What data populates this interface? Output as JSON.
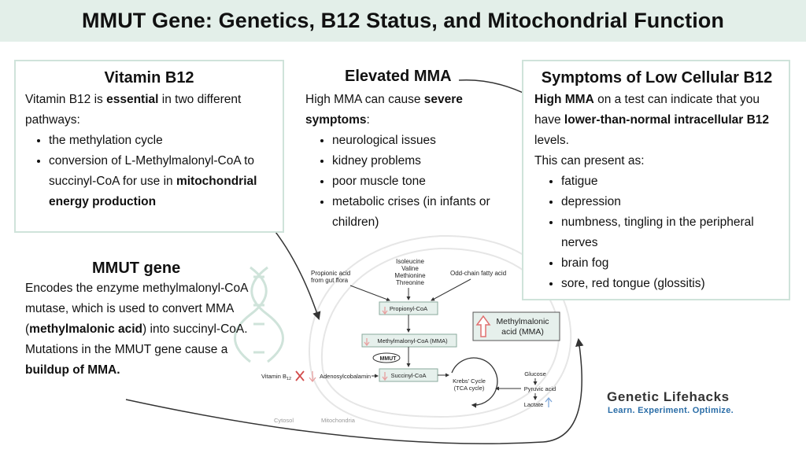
{
  "title": "MMUT Gene: Genetics, B12 Status, and Mitochondrial Function",
  "vitamin": {
    "heading": "Vitamin B12",
    "p1_a": "Vitamin B12 is ",
    "p1_b": "essential",
    "p1_c": " in two different pathways:",
    "b1": "the methylation cycle",
    "b2_a": "conversion of L-Methylmalonyl-CoA to succinyl-CoA for use in ",
    "b2_b": "mitochondrial energy production"
  },
  "elevated": {
    "heading": "Elevated MMA",
    "p_a": "High MMA can cause ",
    "p_b": "severe symptoms",
    "p_c": ":",
    "items": [
      "neurological issues",
      "kidney problems",
      "poor muscle tone",
      "metabolic crises (in infants or children)"
    ]
  },
  "symptoms": {
    "heading": "Symptoms of Low Cellular B12",
    "p1_a": "High MMA",
    "p1_b": " on a test can indicate that you have ",
    "p1_c": "lower-than-normal intracellular B12",
    "p1_d": " levels.",
    "p2": "This can present as:",
    "items": [
      "fatigue",
      "depression",
      "numbness, tingling in the peripheral nerves",
      "brain fog",
      "sore, red tongue (glossitis)"
    ]
  },
  "mmut": {
    "heading": "MMUT gene",
    "p1_a": "Encodes the enzyme methylmalonyl-CoA mutase, which is used to convert MMA (",
    "p1_b": "methylmalonic acid",
    "p1_c": ") into succinyl-CoA.",
    "p2_a": "Mutations in the MMUT gene cause a ",
    "p2_b": "buildup of MMA."
  },
  "diagram": {
    "propionic": [
      "Propionic acid",
      "from gut flora"
    ],
    "aminos": [
      "Isoleucine",
      "Valine",
      "Methionine",
      "Threonine"
    ],
    "oddchain": "Odd-chain fatty acid",
    "propionyl": "Propionyl-CoA",
    "methylmalonyl": "Methylmalonyl-CoA (MMA)",
    "enzyme": "MMUT",
    "succinyl": "Succinyl-CoA",
    "vitb12": "Vitamin B",
    "vitb12_sub": "12",
    "adenosyl": "Adenosylcobalamin",
    "krebs": [
      "Krebs' Cycle",
      "(TCA cycle)"
    ],
    "glucose": "Glucose",
    "pyruvic": "Pyruvic acid",
    "lactate": "Lactate",
    "mma_box": [
      "Methylmalonic",
      "acid (MMA)"
    ],
    "cytosol": "Cytosol",
    "mitochondria": "Mitochondria"
  },
  "brand": {
    "name": "Genetic Lifehacks",
    "tagline": "Learn. Experiment. Optimize."
  },
  "colors": {
    "banner": "#e3efe9",
    "border": "#cfe3da",
    "up_arrow": "#e07070",
    "down_arrow": "#e8a0a0",
    "mma_box_fill": "#e6f0ec",
    "brand_tagline": "#2b6ea8"
  }
}
